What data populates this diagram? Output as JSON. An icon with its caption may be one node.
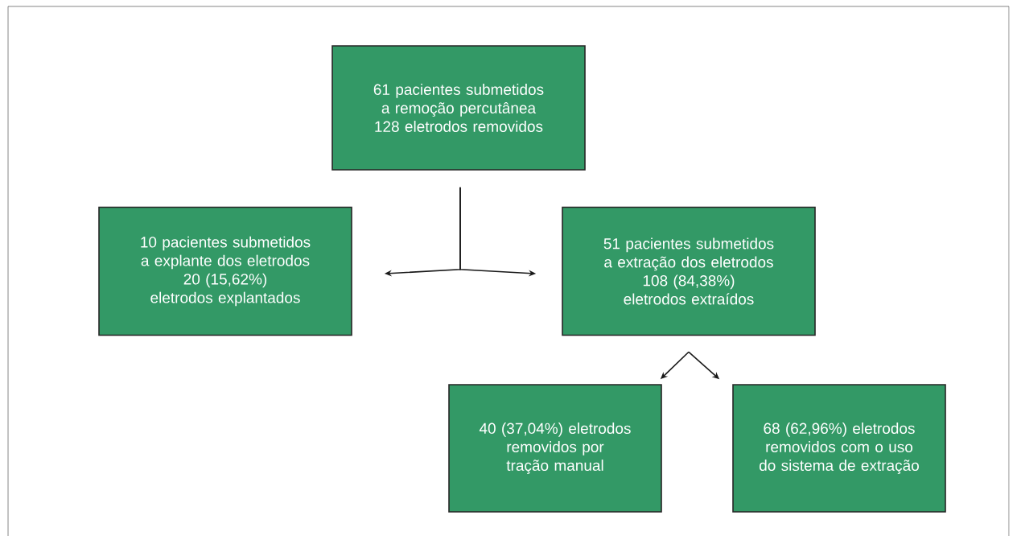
{
  "diagram": {
    "nodes": [
      {
        "text": [
          "61 pacientes submetidos a remoção percutânea",
          "128 eletrodos removidos"
        ]
      },
      {
        "text": [
          "10 pacientes submetidos a explante dos eletrodos",
          "20 (15,62%) eletrodos explantados"
        ]
      },
      {
        "text": [
          "51 pacientes submetidos a extração dos eletrodos",
          "108 (84,38%) eletrodos extraídos"
        ]
      },
      {
        "text": [
          "40 (37,04%) eletrodos removidos por tração manual"
        ]
      },
      {
        "text": [
          "68 (62,96%) eletrodos removidos com o uso do sistema de extração"
        ]
      }
    ],
    "edges": [
      {
        "from": 0,
        "to": 1,
        "arrow": "to"
      },
      {
        "from": 0,
        "to": 2,
        "arrow": "to"
      },
      {
        "from": 2,
        "to": 3,
        "arrow": "to"
      },
      {
        "from": 2,
        "to": 4,
        "arrow": "to"
      }
    ]
  }
}
